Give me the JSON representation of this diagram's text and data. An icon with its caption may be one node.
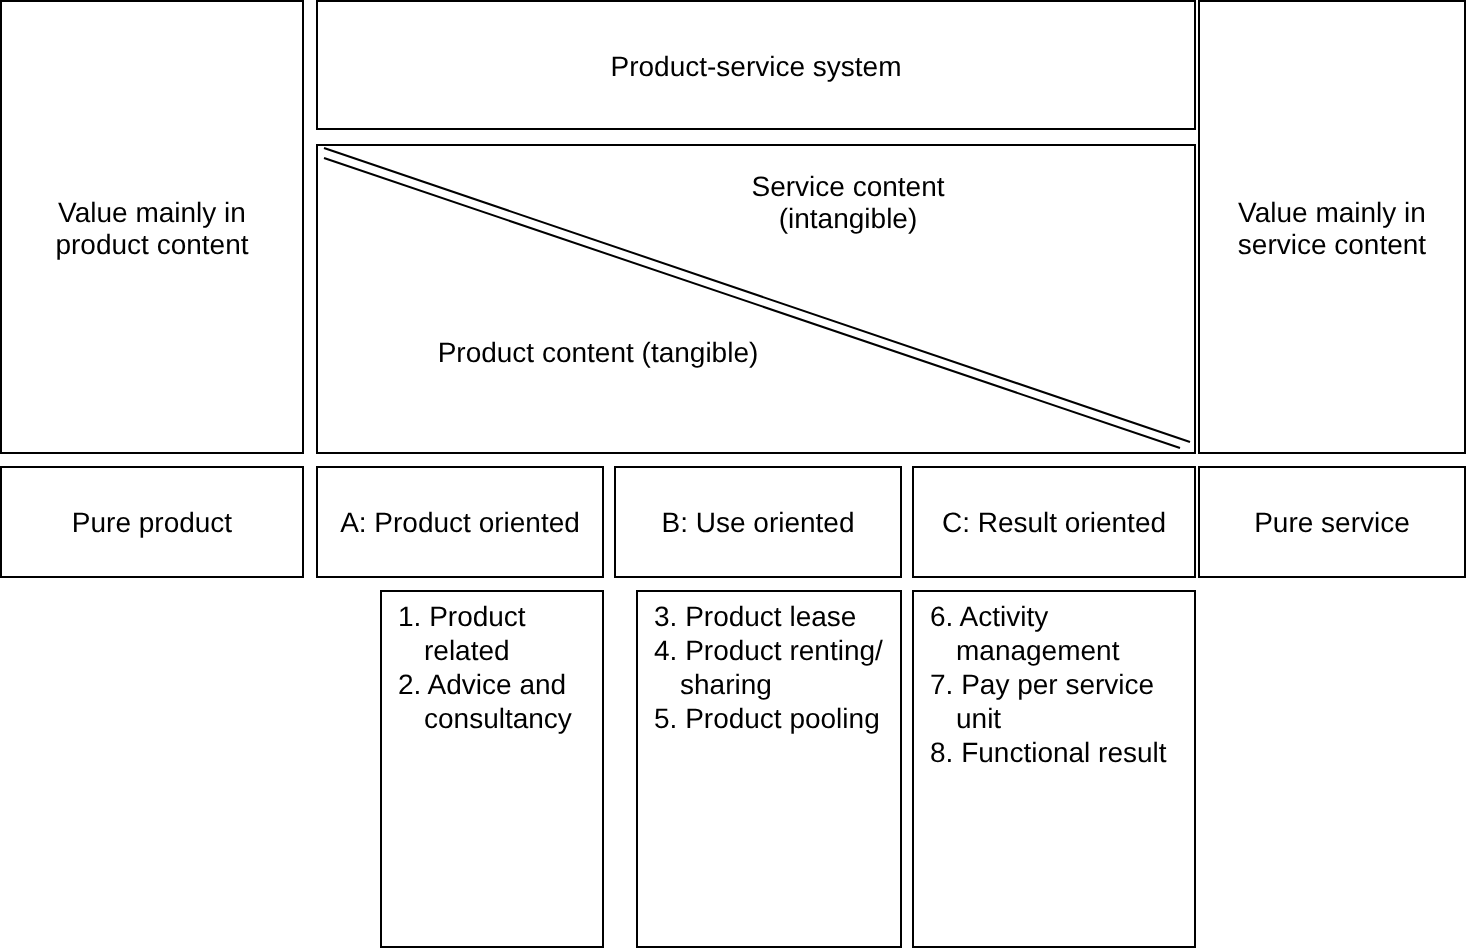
{
  "diagram": {
    "nodes": [
      {
        "text": [
          "Value mainly in product content"
        ]
      },
      {
        "text": [
          "Product-service system"
        ]
      },
      {
        "text": [
          "Service content (intangible)",
          "Product content (tangible)"
        ]
      },
      {
        "text": [
          "Value mainly in service content"
        ]
      },
      {
        "text": [
          "Pure product"
        ]
      },
      {
        "text": [
          "A: Product oriented"
        ]
      },
      {
        "text": [
          "B: Use oriented"
        ]
      },
      {
        "text": [
          "C: Result oriented"
        ]
      },
      {
        "text": [
          "Pure service"
        ]
      },
      {
        "text": [
          "1. Product related",
          "2. Advice and consultancy"
        ]
      },
      {
        "text": [
          "3. Product lease",
          "4. Product renting/ sharing",
          "5. Product pooling"
        ]
      },
      {
        "text": [
          "6. Activity management",
          "7. Pay per service unit",
          "8. Functional result"
        ]
      }
    ],
    "edges": []
  }
}
